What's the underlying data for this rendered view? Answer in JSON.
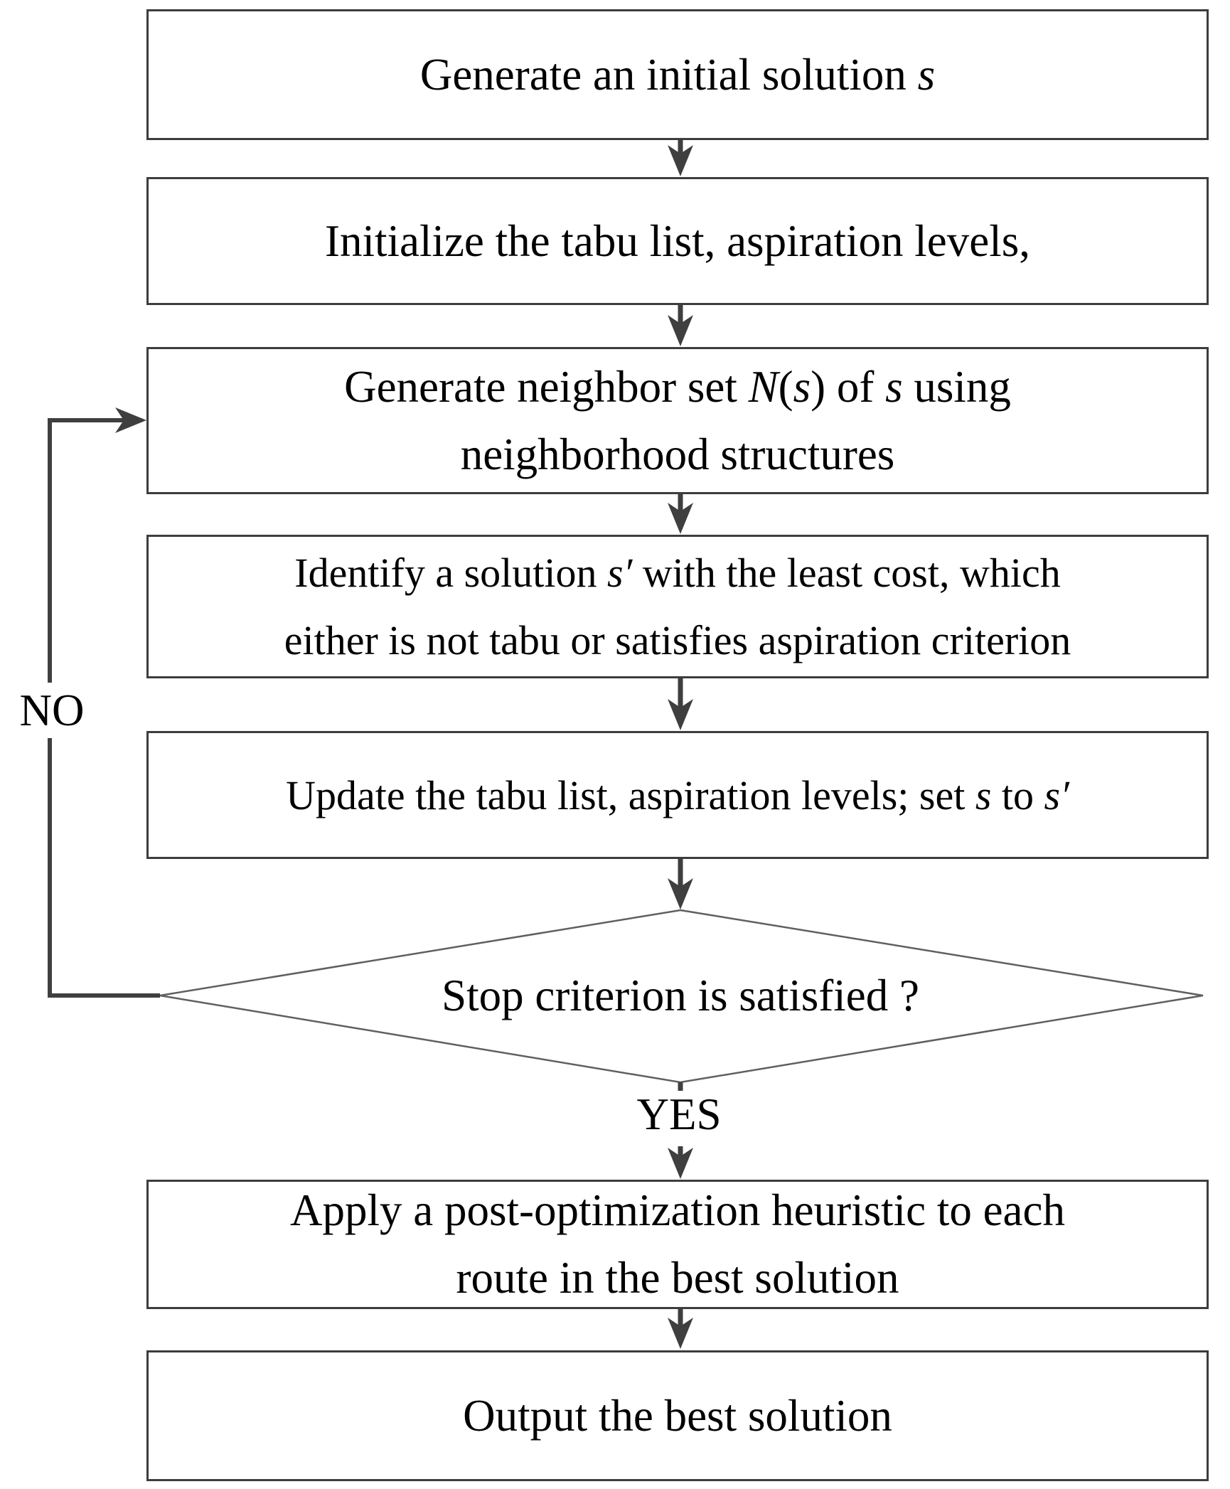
{
  "flowchart": {
    "title": "Tabu search flowchart",
    "colors": {
      "background": "#ffffff",
      "box_border": "#3d3d3d",
      "arrow": "#3f3f3f",
      "diamond_stroke": "#5f5f5f",
      "text": "#000000"
    },
    "nodes": [
      {
        "id": "generate-initial-solution",
        "type": "process",
        "lines": [
          [
            {
              "t": "Generate an initial solution ",
              "i": false
            },
            {
              "t": "s",
              "i": true
            }
          ]
        ]
      },
      {
        "id": "initialize-tabu-list",
        "type": "process",
        "lines": [
          [
            {
              "t": "Initialize the tabu list, aspiration levels,",
              "i": false
            }
          ]
        ]
      },
      {
        "id": "generate-neighbor-set",
        "type": "process",
        "lines": [
          [
            {
              "t": "Generate neighbor set ",
              "i": false
            },
            {
              "t": "N",
              "i": true
            },
            {
              "t": "(",
              "i": false
            },
            {
              "t": "s",
              "i": true
            },
            {
              "t": ") of ",
              "i": false
            },
            {
              "t": "s",
              "i": true
            },
            {
              "t": " using",
              "i": false
            }
          ],
          [
            {
              "t": "neighborhood structures",
              "i": false
            }
          ]
        ]
      },
      {
        "id": "identify-solution",
        "type": "process",
        "lines": [
          [
            {
              "t": "Identify a solution ",
              "i": false
            },
            {
              "t": "s′",
              "i": true
            },
            {
              "t": " with the least cost, which",
              "i": false
            }
          ],
          [
            {
              "t": "either is not tabu or satisfies aspiration criterion",
              "i": false
            }
          ]
        ]
      },
      {
        "id": "update-tabu-list",
        "type": "process",
        "lines": [
          [
            {
              "t": "Update the tabu list, aspiration levels; set ",
              "i": false
            },
            {
              "t": "s",
              "i": true
            },
            {
              "t": " to ",
              "i": false
            },
            {
              "t": "s′",
              "i": true
            }
          ]
        ]
      },
      {
        "id": "stop-criterion",
        "type": "decision",
        "lines": [
          [
            {
              "t": "Stop criterion is satisfied ?",
              "i": false
            }
          ]
        ]
      },
      {
        "id": "post-optimization",
        "type": "process",
        "lines": [
          [
            {
              "t": "Apply a post-optimization heuristic to each",
              "i": false
            }
          ],
          [
            {
              "t": "route in the best solution",
              "i": false
            }
          ]
        ]
      },
      {
        "id": "output-best-solution",
        "type": "process",
        "lines": [
          [
            {
              "t": "Output the best solution",
              "i": false
            }
          ]
        ]
      }
    ],
    "labels": {
      "yes": "YES",
      "no": "NO"
    }
  }
}
